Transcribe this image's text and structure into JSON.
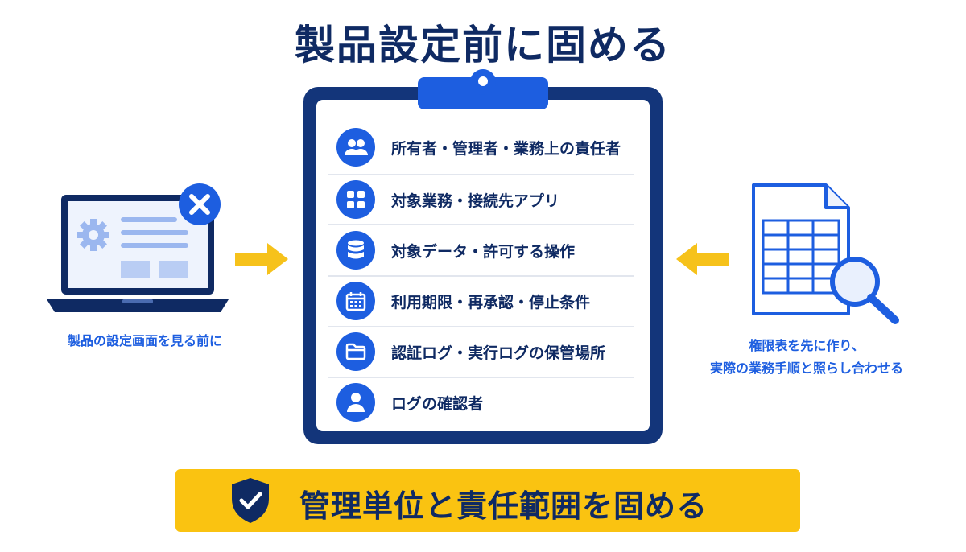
{
  "title": "製品設定前に固める",
  "checklist": {
    "items": [
      {
        "label": "所有者・管理者・業務上の責任者",
        "icon": "users-icon"
      },
      {
        "label": "対象業務・接続先アプリ",
        "icon": "apps-grid-icon"
      },
      {
        "label": "対象データ・許可する操作",
        "icon": "database-icon"
      },
      {
        "label": "利用期限・再承認・停止条件",
        "icon": "calendar-icon"
      },
      {
        "label": "認証ログ・実行ログの保管場所",
        "icon": "folder-icon"
      },
      {
        "label": "ログの確認者",
        "icon": "user-icon"
      }
    ]
  },
  "left_panel": {
    "caption": "製品の設定画面を見る前に",
    "icon": "laptop-settings-icon",
    "badge_icon": "close-icon"
  },
  "right_panel": {
    "caption_line1": "権限表を先に作り、",
    "caption_line2": "実際の業務手順と照らし合わせる",
    "icon": "spreadsheet-search-icon"
  },
  "banner": {
    "text": "管理単位と責任範囲を固める",
    "icon": "shield-check-icon"
  },
  "colors": {
    "navy": "#0f2a63",
    "blue": "#1d5ee0",
    "yellow": "#fac311",
    "arrow": "#f6c21b"
  }
}
